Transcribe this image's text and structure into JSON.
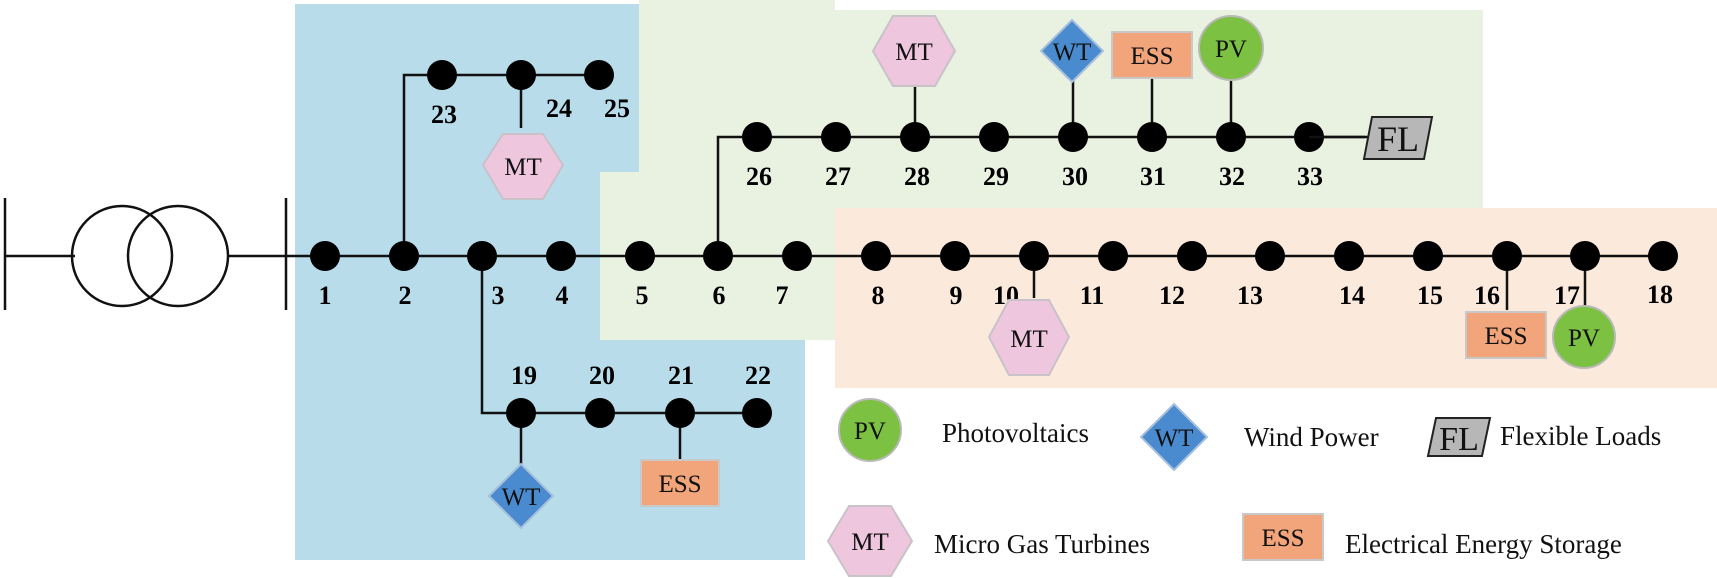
{
  "buses": {
    "b1": "1",
    "b2": "2",
    "b3": "3",
    "b4": "4",
    "b5": "5",
    "b6": "6",
    "b7": "7",
    "b8": "8",
    "b9": "9",
    "b10": "10",
    "b11": "11",
    "b12": "12",
    "b13": "13",
    "b14": "14",
    "b15": "15",
    "b16": "16",
    "b17": "17",
    "b18": "18",
    "b19": "19",
    "b20": "20",
    "b21": "21",
    "b22": "22",
    "b23": "23",
    "b24": "24",
    "b25": "25",
    "b26": "26",
    "b27": "27",
    "b28": "28",
    "b29": "29",
    "b30": "30",
    "b31": "31",
    "b32": "32",
    "b33": "33"
  },
  "devices": {
    "pv": "PV",
    "wt": "WT",
    "ess": "ESS",
    "mt": "MT",
    "fl": "FL"
  },
  "legend": {
    "pv": "Photovoltaics",
    "wt": "Wind Power",
    "fl": "Flexible Loads",
    "mt": "Micro Gas Turbines",
    "ess": "Electrical Energy Storage"
  },
  "colors": {
    "blue_zone": "#b8dcea",
    "green_zone": "#e9f1e1",
    "orange_zone": "#fbeadc",
    "pv": "#7cc142",
    "wt": "#4a8bd0",
    "ess": "#f2a57a",
    "mt": "#eec6de",
    "fl": "#b7b7b7"
  }
}
